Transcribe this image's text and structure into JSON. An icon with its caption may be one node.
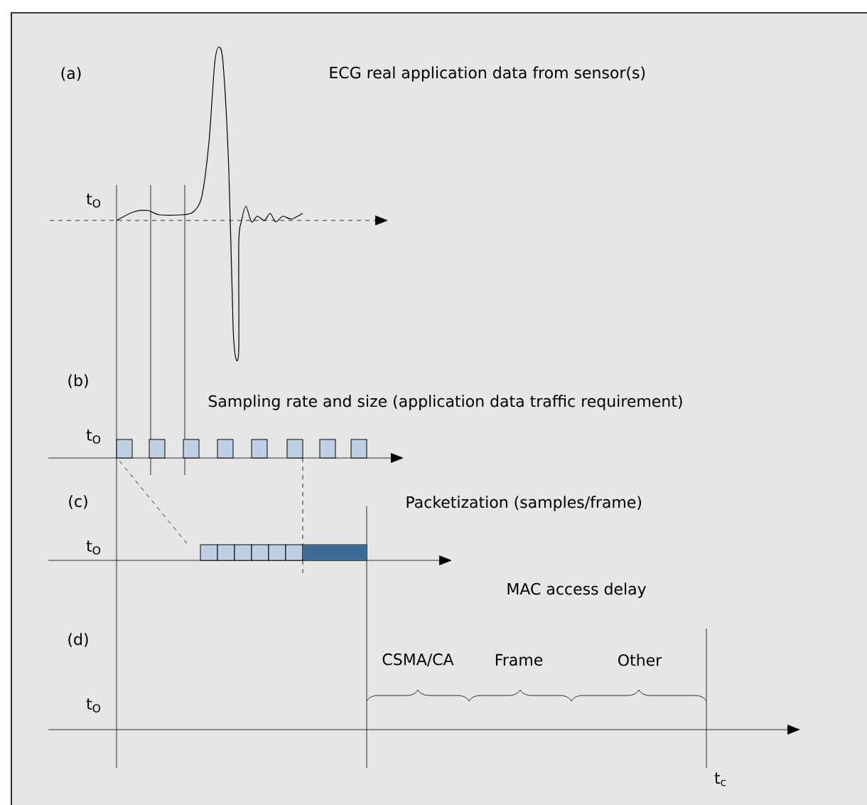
{
  "diagram": {
    "labels": [
      "(a)",
      "ECG real application data from sensor(s)",
      "t$_{O}$",
      "(b)",
      "Sampling rate and size (application data traffic requirement)",
      "t$_{O}$",
      "(c)",
      "Packetization (samples/frame)",
      "t$_{O}$",
      "MAC access delay",
      "(d)",
      "CSMA/CA",
      "Frame",
      "Other",
      "t$_{O}$",
      "t$_{c}$"
    ]
  }
}
